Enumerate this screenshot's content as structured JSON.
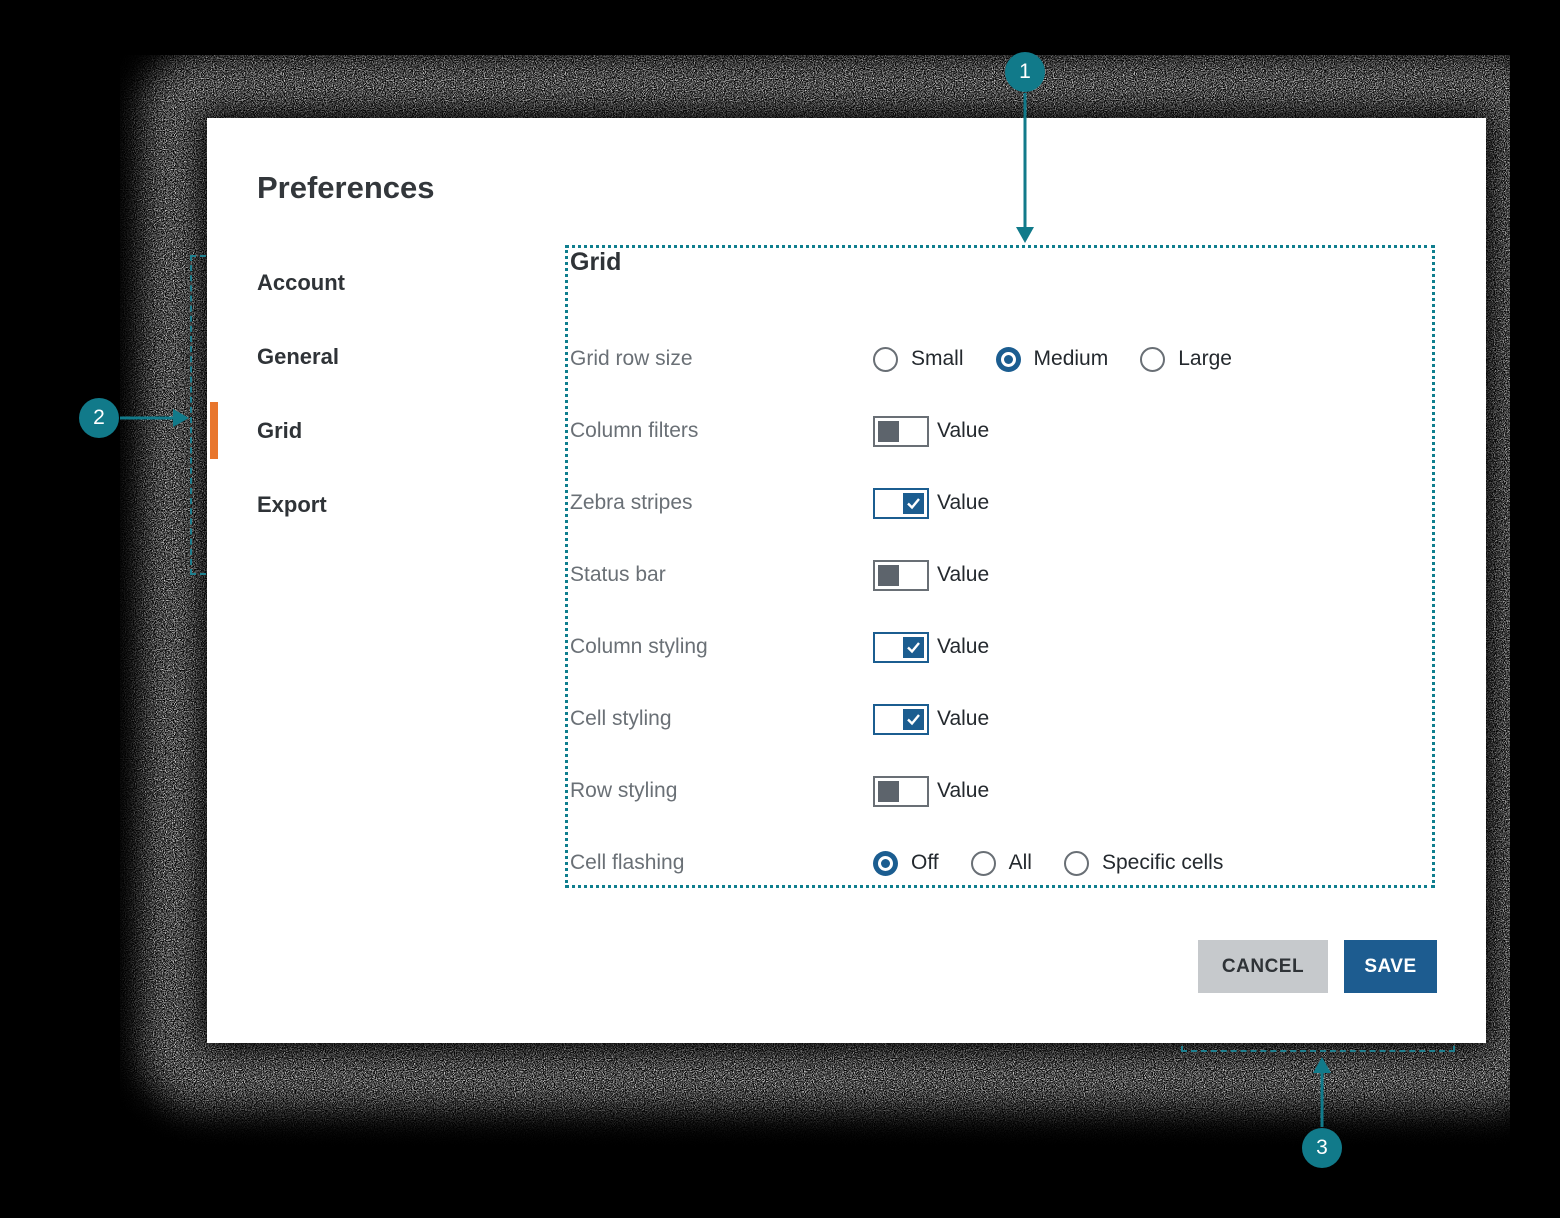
{
  "dialog": {
    "title": "Preferences"
  },
  "sidebar": {
    "items": [
      {
        "label": "Account",
        "active": false
      },
      {
        "label": "General",
        "active": false
      },
      {
        "label": "Grid",
        "active": true
      },
      {
        "label": "Export",
        "active": false
      }
    ]
  },
  "panel": {
    "title": "Grid",
    "rows": [
      {
        "label": "Grid row size",
        "type": "radio",
        "options": [
          {
            "label": "Small",
            "selected": false
          },
          {
            "label": "Medium",
            "selected": true
          },
          {
            "label": "Large",
            "selected": false
          }
        ]
      },
      {
        "label": "Column filters",
        "type": "toggle",
        "checked": false,
        "value_label": "Value"
      },
      {
        "label": "Zebra stripes",
        "type": "toggle",
        "checked": true,
        "value_label": "Value"
      },
      {
        "label": "Status bar",
        "type": "toggle",
        "checked": false,
        "value_label": "Value"
      },
      {
        "label": "Column styling",
        "type": "toggle",
        "checked": true,
        "value_label": "Value"
      },
      {
        "label": "Cell styling",
        "type": "toggle",
        "checked": true,
        "value_label": "Value"
      },
      {
        "label": "Row styling",
        "type": "toggle",
        "checked": false,
        "value_label": "Value"
      },
      {
        "label": "Cell flashing",
        "type": "radio",
        "options": [
          {
            "label": "Off",
            "selected": true
          },
          {
            "label": "All",
            "selected": false
          },
          {
            "label": "Specific cells",
            "selected": false
          }
        ]
      }
    ]
  },
  "footer": {
    "cancel_label": "CANCEL",
    "save_label": "SAVE"
  },
  "annotations": {
    "badges": [
      {
        "number": "1"
      },
      {
        "number": "2"
      },
      {
        "number": "3"
      }
    ]
  },
  "colors": {
    "accent_teal": "#117a8a",
    "control_blue": "#1b5d90",
    "save_blue": "#1d5c90",
    "active_orange": "#e8762d",
    "label_gray": "#6a7076",
    "cancel_gray": "#c6c9cc"
  }
}
